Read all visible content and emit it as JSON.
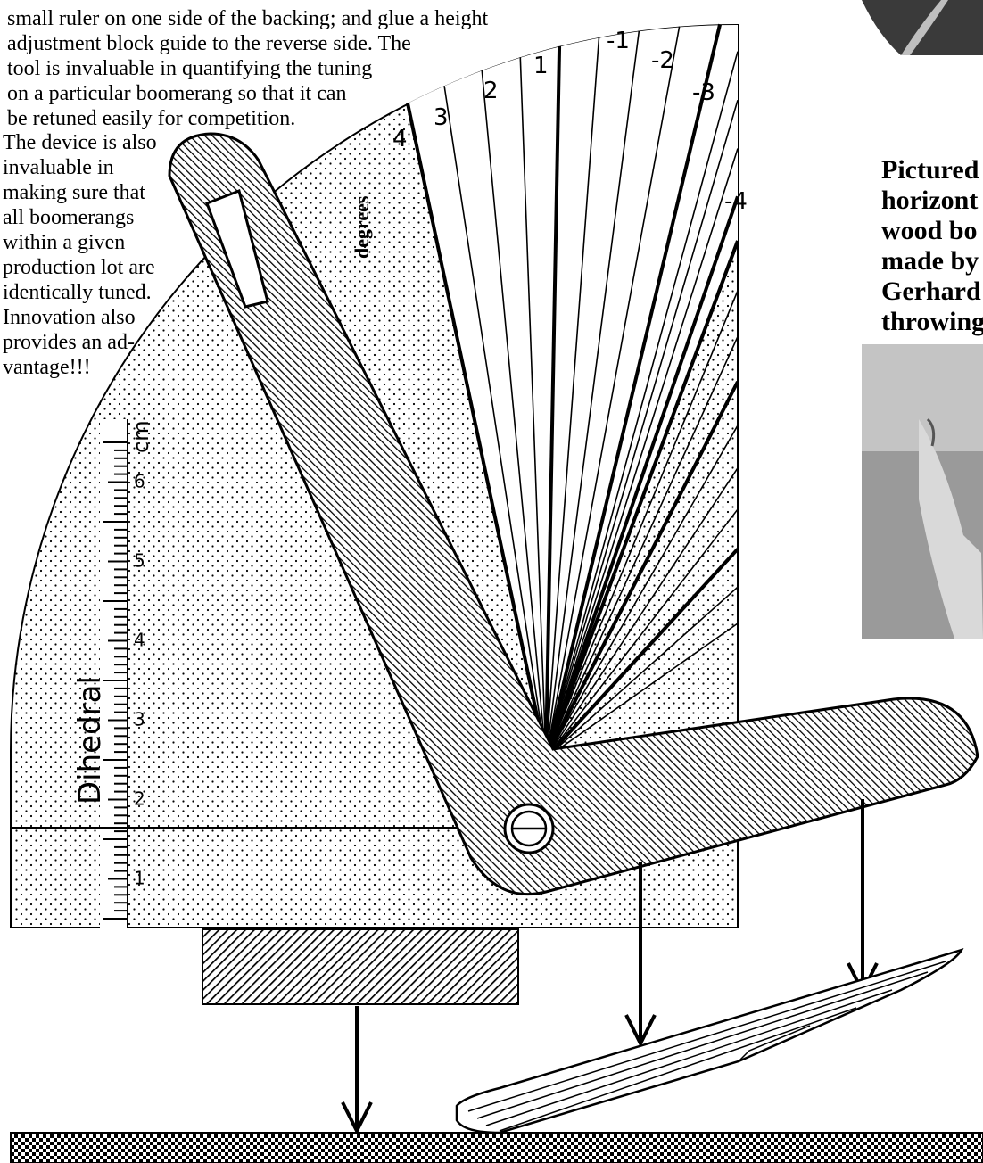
{
  "intro_text": {
    "lines": [
      "small ruler on one side of the backing; and glue a height",
      "adjustment block guide to the reverse side.  The",
      "tool is invaluable in quantifying the tuning",
      "on a particular boomerang so that it can",
      "be retuned easily for competition.",
      "The device is also",
      "invaluable in",
      "making sure that",
      "all boomerangs",
      "within a given",
      "production lot are",
      "identically tuned.",
      "Innovation also",
      "provides an ad-",
      "vantage!!!"
    ]
  },
  "caption": {
    "lines": [
      "Pictured",
      "horizont",
      "wood  bo",
      "made  by",
      "Gerhard",
      "throwing"
    ]
  },
  "gauge": {
    "dial_label": "degrees",
    "degree_marks": [
      {
        "label": "4",
        "value": 4
      },
      {
        "label": "3",
        "value": 3
      },
      {
        "label": "2",
        "value": 2
      },
      {
        "label": "1",
        "value": 1
      },
      {
        "label": "-1",
        "value": -1
      },
      {
        "label": "-2",
        "value": -2
      },
      {
        "label": "-3",
        "value": -3
      },
      {
        "label": "-4",
        "value": -4
      }
    ],
    "ruler_unit": "cm",
    "ruler_marks": [
      "1",
      "2",
      "3",
      "4",
      "5",
      "6"
    ],
    "ruler_title": "Dihedral"
  },
  "colors": {
    "ink": "#000000",
    "paper": "#ffffff"
  }
}
